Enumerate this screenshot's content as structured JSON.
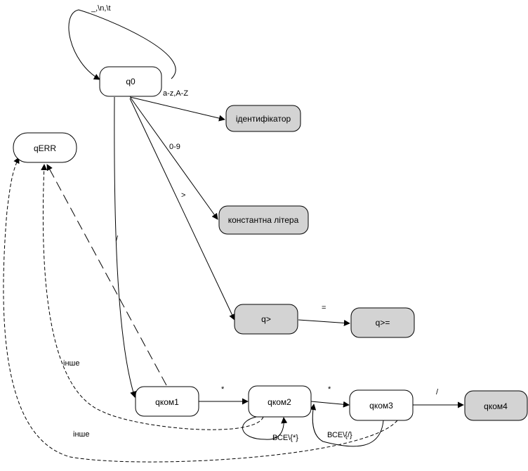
{
  "colors": {
    "accepting_fill": "#d3d3d3",
    "state_fill": "#ffffff",
    "stroke": "#000000"
  },
  "nodes": {
    "q0": "q0",
    "ident": "ідентифікатор",
    "const": "константна літера",
    "qgt": "q>",
    "qge": "q>=",
    "qerr": "qERR",
    "qk1": "qком1",
    "qk2": "qком2",
    "qk3": "qком3",
    "qk4": "qком4"
  },
  "edges": {
    "self_loop": "_,\\n,\\t",
    "to_ident": "a-z,A-Z",
    "to_const": "0-9",
    "to_gt": ">",
    "to_k1": "/",
    "gt_ge": "=",
    "k1_k2": "*",
    "k2_k3": "*",
    "k3_k4": "/",
    "k2_loop": "ВСЕ\\{*}",
    "k3_back": "ВСЕ\\{/}",
    "other_k2": "інше",
    "other_k3": "інше"
  }
}
